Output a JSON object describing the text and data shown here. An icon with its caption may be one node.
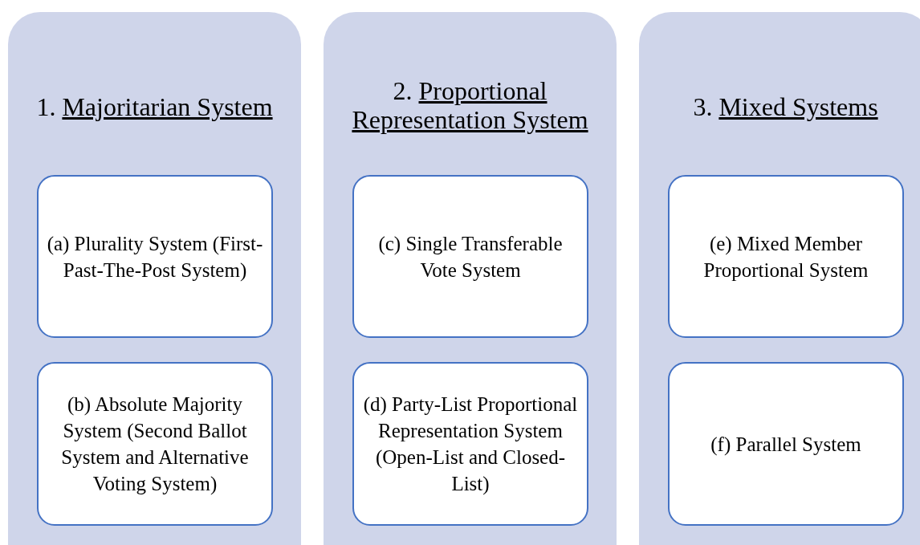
{
  "diagram": {
    "nodes": [
      {
        "text": [
          "1. Majoritarian System"
        ]
      },
      {
        "text": [
          "(a) Plurality System (First-Past-The-Post System)"
        ],
        "in": 0
      },
      {
        "text": [
          "(b) Absolute Majority System (Second Ballot System and Alternative Voting System)"
        ],
        "in": 0
      },
      {
        "text": [
          "2. Proportional Representation System"
        ]
      },
      {
        "text": [
          "(c) Single Transferable Vote System"
        ],
        "in": 3
      },
      {
        "text": [
          "(d) Party-List Proportional Representation System (Open-List and Closed-List)"
        ],
        "in": 3
      },
      {
        "text": [
          "3. Mixed Systems"
        ]
      },
      {
        "text": [
          "(e) Mixed Member Proportional System"
        ],
        "in": 6
      },
      {
        "text": [
          "(f) Parallel System"
        ],
        "in": 6
      }
    ]
  }
}
